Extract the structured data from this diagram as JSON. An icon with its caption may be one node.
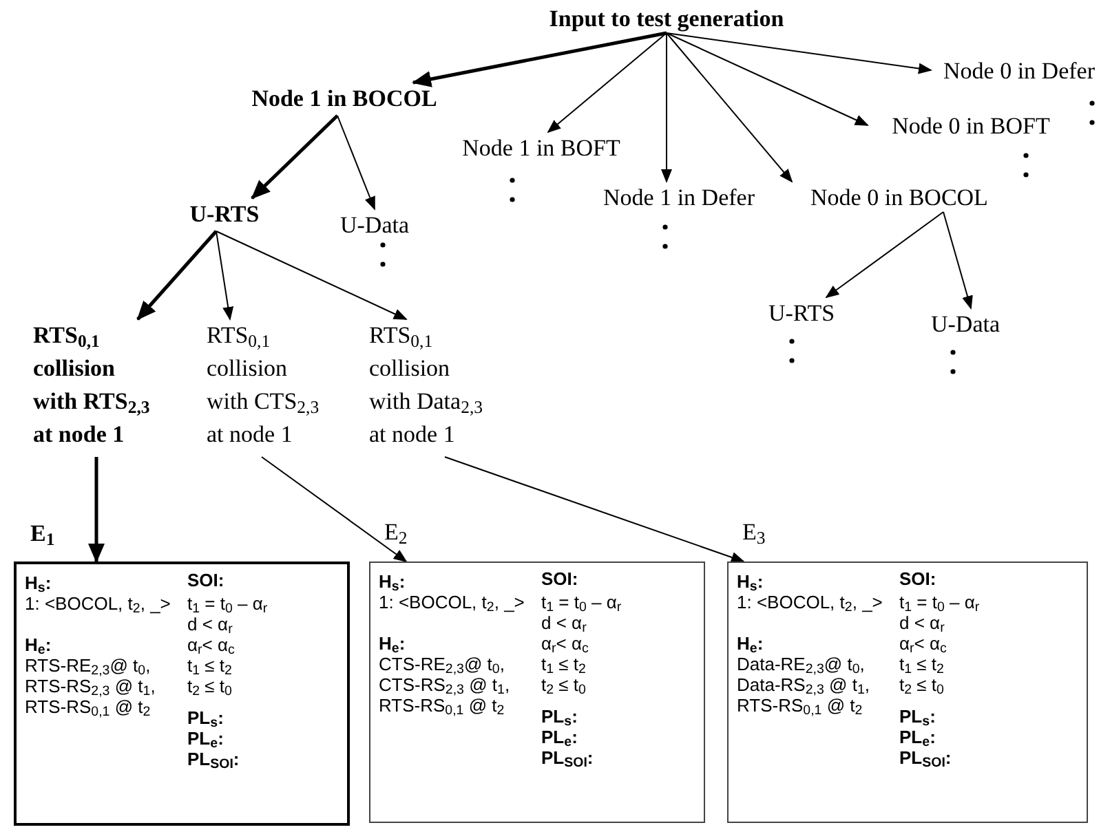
{
  "diagram": {
    "nodes": [
      {
        "text": [
          "Input to test generation"
        ]
      },
      {
        "text": [
          "Node 1 in BOCOL"
        ]
      },
      {
        "text": [
          "Node 1 in BOFT"
        ]
      },
      {
        "text": [
          "Node 1 in Defer"
        ]
      },
      {
        "text": [
          "Node 0 in BOCOL"
        ]
      },
      {
        "text": [
          "Node 0 in BOFT"
        ]
      },
      {
        "text": [
          "Node 0 in Defer"
        ]
      },
      {
        "text": [
          "U-RTS"
        ]
      },
      {
        "text": [
          "U-Data"
        ]
      },
      {
        "text": [
          "U-RTS"
        ]
      },
      {
        "text": [
          "U-Data"
        ]
      },
      {
        "text": [
          "RTS$_{0,1}$ collision with RTS$_{2,3}$ at node 1"
        ]
      },
      {
        "text": [
          "RTS$_{0,1}$ collision with CTS$_{2,3}$ at node 1"
        ]
      },
      {
        "text": [
          "RTS$_{0,1}$ collision with Data$_{2,3}$ at node 1"
        ]
      },
      {
        "text": [
          "E$_{1}$",
          "H$_{s}$:",
          "1: <BOCOL, t$_{2}$, _>",
          "H$_{e}$:",
          "RTS-RE$_{2,3}$@ t$_{0}$,",
          "RTS-RS$_{2,3}$ @ t$_{1}$,",
          "RTS-RS$_{0,1}$ @ t$_{2}$",
          "SOI:",
          "t$_{1}$ = t$_{0}$ – α$_{r}$",
          "d < α$_{r}$",
          "α$_{r}$< α$_{c}$",
          "t$_{1}$ ≤ t$_{2}$",
          "t$_{2}$ ≤ t$_{0}$",
          "PL$_{s}$:",
          "PL$_{e}$:",
          "PL$_{SOI}$:"
        ]
      },
      {
        "text": [
          "E$_{2}$",
          "H$_{s}$:",
          "1: <BOCOL, t$_{2}$, _>",
          "H$_{e}$:",
          "CTS-RE$_{2,3}$@ t$_{0}$,",
          "CTS-RS$_{2,3}$ @ t$_{1}$,",
          "RTS-RS$_{0,1}$ @ t$_{2}$",
          "SOI:",
          "t$_{1}$ = t$_{0}$ – α$_{r}$",
          "d < α$_{r}$",
          "α$_{r}$< α$_{c}$",
          "t$_{1}$ ≤ t$_{2}$",
          "t$_{2}$ ≤ t$_{0}$",
          "PL$_{s}$:",
          "PL$_{e}$:",
          "PL$_{SOI}$:"
        ]
      },
      {
        "text": [
          "E$_{3}$",
          "H$_{s}$:",
          "1: <BOCOL, t$_{2}$, _>",
          "H$_{e}$:",
          "Data-RE$_{2,3}$@ t$_{0}$,",
          "Data-RS$_{2,3}$ @ t$_{1}$,",
          "RTS-RS$_{0,1}$ @ t$_{2}$",
          "SOI:",
          "t$_{1}$ = t$_{0}$ – α$_{r}$",
          "d < α$_{r}$",
          "α$_{r}$< α$_{c}$",
          "t$_{1}$ ≤ t$_{2}$",
          "t$_{2}$ ≤ t$_{0}$",
          "PL$_{s}$:",
          "PL$_{e}$:",
          "PL$_{SOI}$:"
        ]
      }
    ],
    "edges": [
      {
        "from": 0,
        "to": 1,
        "arrow": "to",
        "style": "thick"
      },
      {
        "from": 0,
        "to": 2,
        "arrow": "to"
      },
      {
        "from": 0,
        "to": 3,
        "arrow": "to"
      },
      {
        "from": 0,
        "to": 4,
        "arrow": "to"
      },
      {
        "from": 0,
        "to": 5,
        "arrow": "to"
      },
      {
        "from": 0,
        "to": 6,
        "arrow": "to"
      },
      {
        "from": 1,
        "to": 7,
        "arrow": "to",
        "style": "thick"
      },
      {
        "from": 1,
        "to": 8,
        "arrow": "to"
      },
      {
        "from": 4,
        "to": 9,
        "arrow": "to"
      },
      {
        "from": 4,
        "to": 10,
        "arrow": "to"
      },
      {
        "from": 7,
        "to": 11,
        "arrow": "to",
        "style": "thick"
      },
      {
        "from": 7,
        "to": 12,
        "arrow": "to"
      },
      {
        "from": 7,
        "to": 13,
        "arrow": "to"
      },
      {
        "from": 11,
        "to": 14,
        "arrow": "to",
        "style": "thick"
      },
      {
        "from": 12,
        "to": 15,
        "arrow": "to"
      },
      {
        "from": 13,
        "to": 16,
        "arrow": "to"
      }
    ]
  }
}
